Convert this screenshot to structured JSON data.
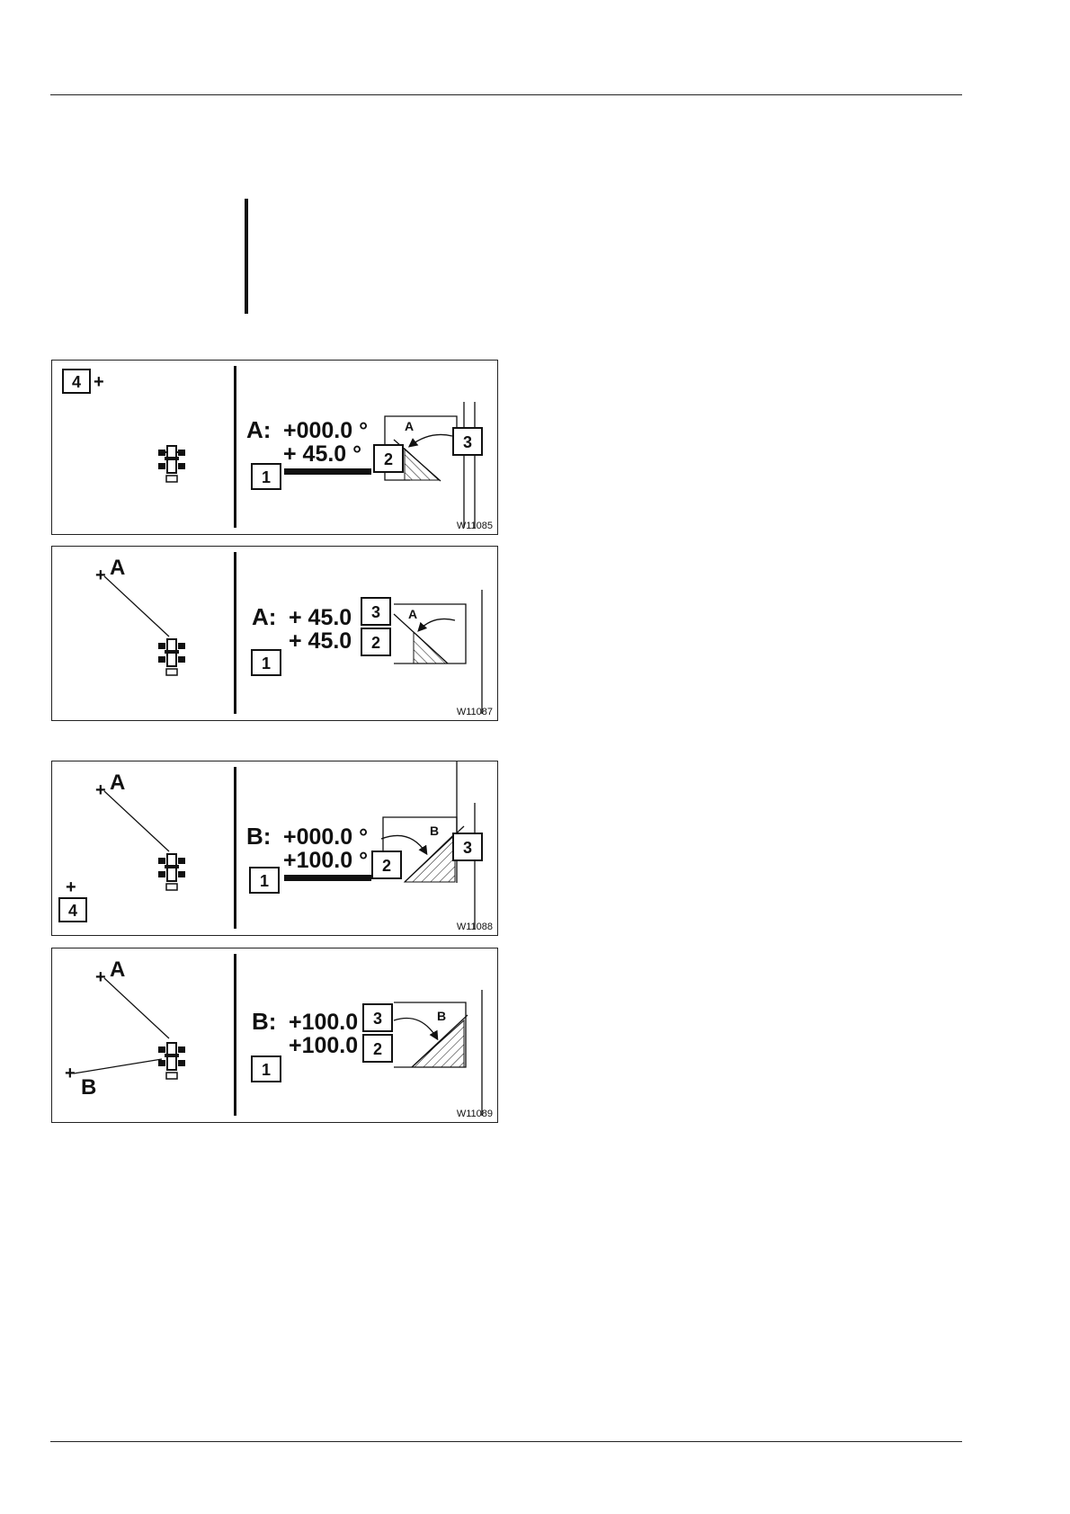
{
  "panels": [
    {
      "caption": "W11085",
      "point_a_letter": "",
      "point_b_letter": "",
      "readout_label": "A:",
      "readout_line1": "+000.0 °",
      "readout_line2": "+  45.0 °",
      "sector_letter": "A",
      "callouts": {
        "c1": "1",
        "c2": "2",
        "c3": "3",
        "c4": "4"
      }
    },
    {
      "caption": "W11087",
      "point_a_letter": "A",
      "point_b_letter": "",
      "readout_label": "A:",
      "readout_line1": "+  45.0",
      "readout_line2": "+  45.0",
      "sector_letter": "A",
      "callouts": {
        "c1": "1",
        "c2": "2",
        "c3": "3"
      }
    },
    {
      "caption": "W11088",
      "point_a_letter": "A",
      "point_b_letter": "",
      "readout_label": "B:",
      "readout_line1": "+000.0 °",
      "readout_line2": "+100.0 °",
      "sector_letter": "B",
      "callouts": {
        "c1": "1",
        "c2": "2",
        "c3": "3",
        "c4": "4"
      }
    },
    {
      "caption": "W11089",
      "point_a_letter": "A",
      "point_b_letter": "B",
      "readout_label": "B:",
      "readout_line1": "+100.0",
      "readout_line2": "+100.0",
      "sector_letter": "B",
      "callouts": {
        "c1": "1",
        "c2": "2",
        "c3": "3"
      }
    }
  ]
}
